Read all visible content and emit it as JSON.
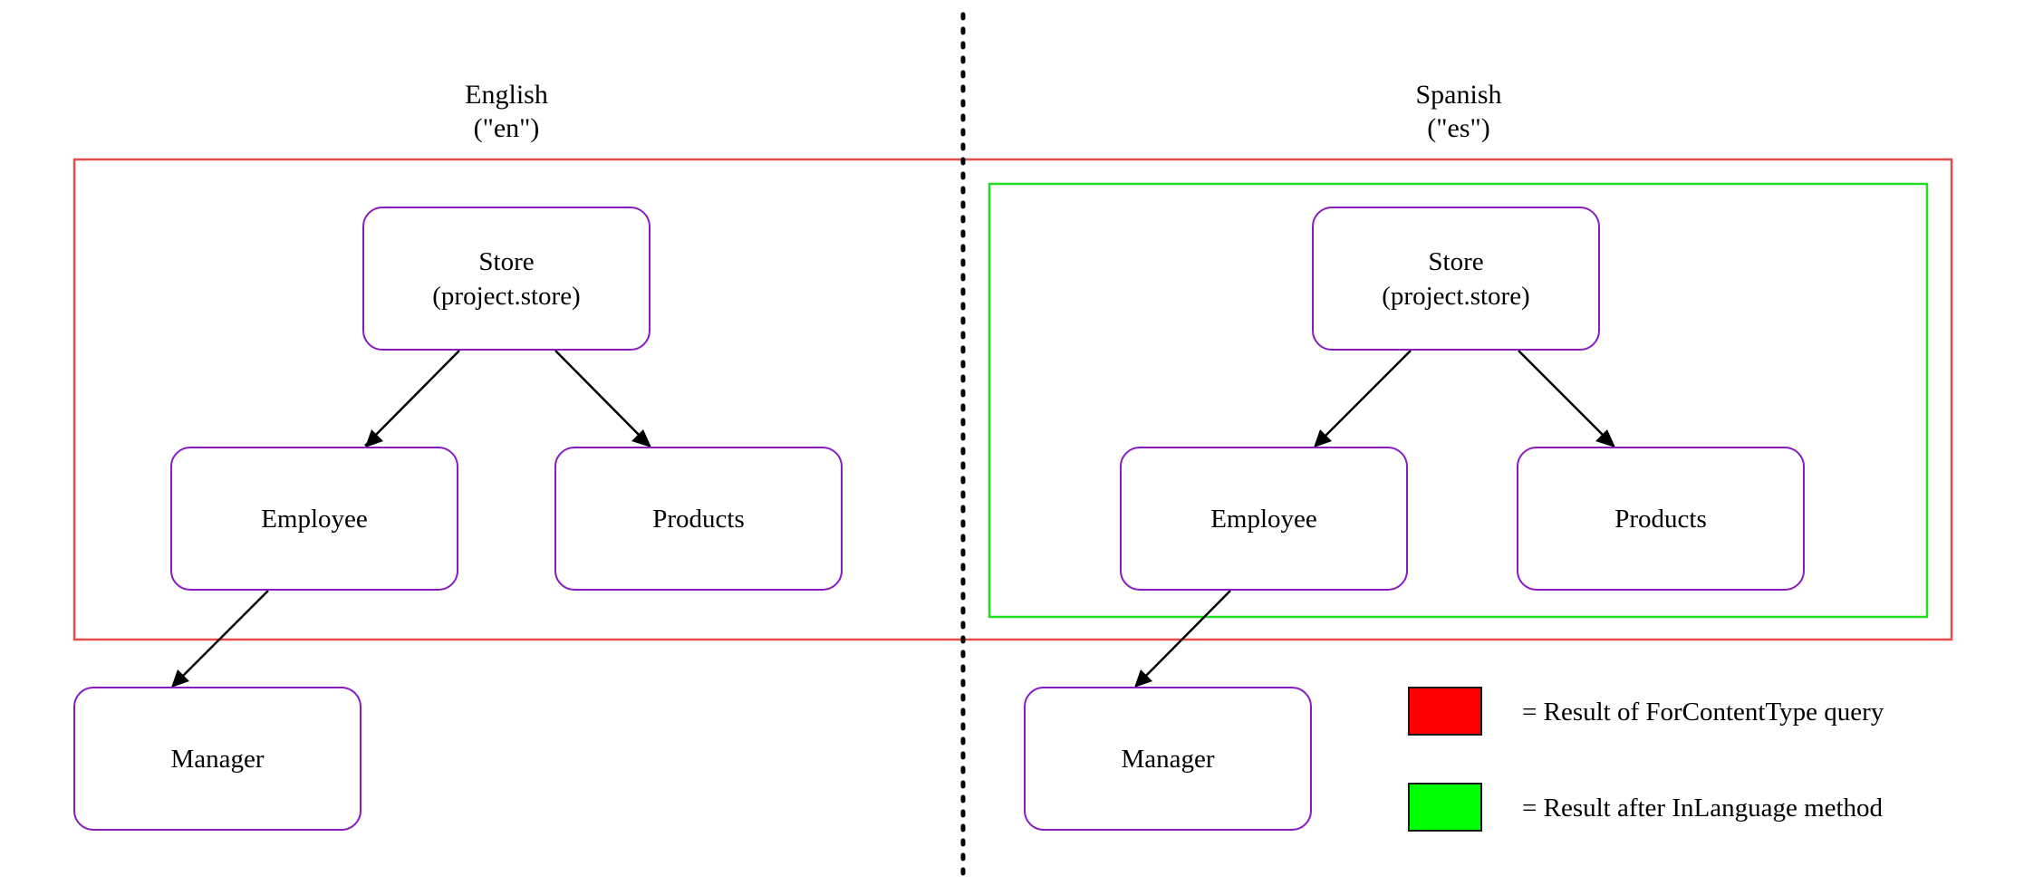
{
  "columns": {
    "english": {
      "title": "English",
      "code": "(\"en\")"
    },
    "spanish": {
      "title": "Spanish",
      "code": "(\"es\")"
    }
  },
  "nodes": {
    "en_store": {
      "label": "Store",
      "sublabel": "(project.store)"
    },
    "en_employee": {
      "label": "Employee"
    },
    "en_products": {
      "label": "Products"
    },
    "en_manager": {
      "label": "Manager"
    },
    "es_store": {
      "label": "Store",
      "sublabel": "(project.store)"
    },
    "es_employee": {
      "label": "Employee"
    },
    "es_products": {
      "label": "Products"
    },
    "es_manager": {
      "label": "Manager"
    }
  },
  "legend": [
    {
      "label": "= Result of ForContentType query",
      "color": "#ff0000"
    },
    {
      "label": "= Result after InLanguage method",
      "color": "#00ff00"
    }
  ],
  "colors": {
    "node_border": "#8a1bc0",
    "query_result_box": "#e84c4c",
    "language_result_box": "#22dd22",
    "arrow": "#000000",
    "divider": "#000000"
  }
}
